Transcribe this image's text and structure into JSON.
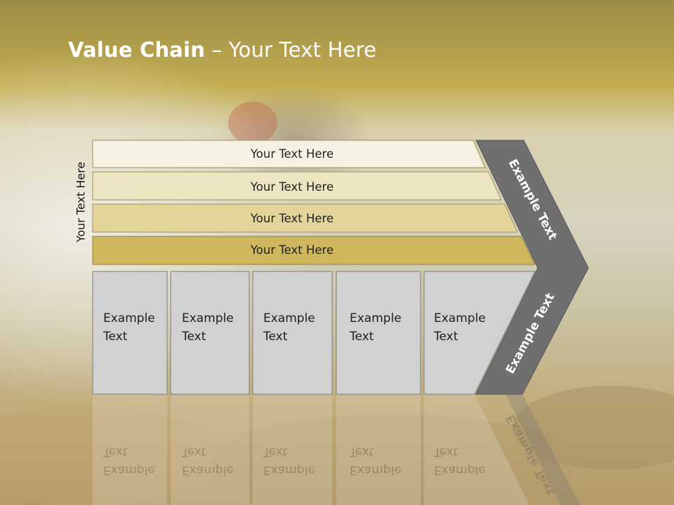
{
  "slide": {
    "title_bold": "Value Chain",
    "title_rest": " – Your Text Here",
    "side_label": "Your Text Here"
  },
  "bands": [
    {
      "label": "Your Text Here",
      "color": "#f5f1e3"
    },
    {
      "label": "Your Text Here",
      "color": "#ede4c2"
    },
    {
      "label": "Your Text Here",
      "color": "#e3d49a"
    },
    {
      "label": "Your Text Here",
      "color": "#cfb75e"
    }
  ],
  "boxes": [
    {
      "line1": "Example",
      "line2": "Text"
    },
    {
      "line1": "Example",
      "line2": "Text"
    },
    {
      "line1": "Example",
      "line2": "Text"
    },
    {
      "line1": "Example",
      "line2": "Text"
    },
    {
      "line1": "Example",
      "line2": "Text"
    }
  ],
  "chevron": {
    "upper_label": "Example Text",
    "lower_label": "Example Text",
    "color": "#6f6f6f"
  },
  "colors": {
    "header_band": "#b9a44a",
    "box_fill": "#d1d1d1"
  }
}
